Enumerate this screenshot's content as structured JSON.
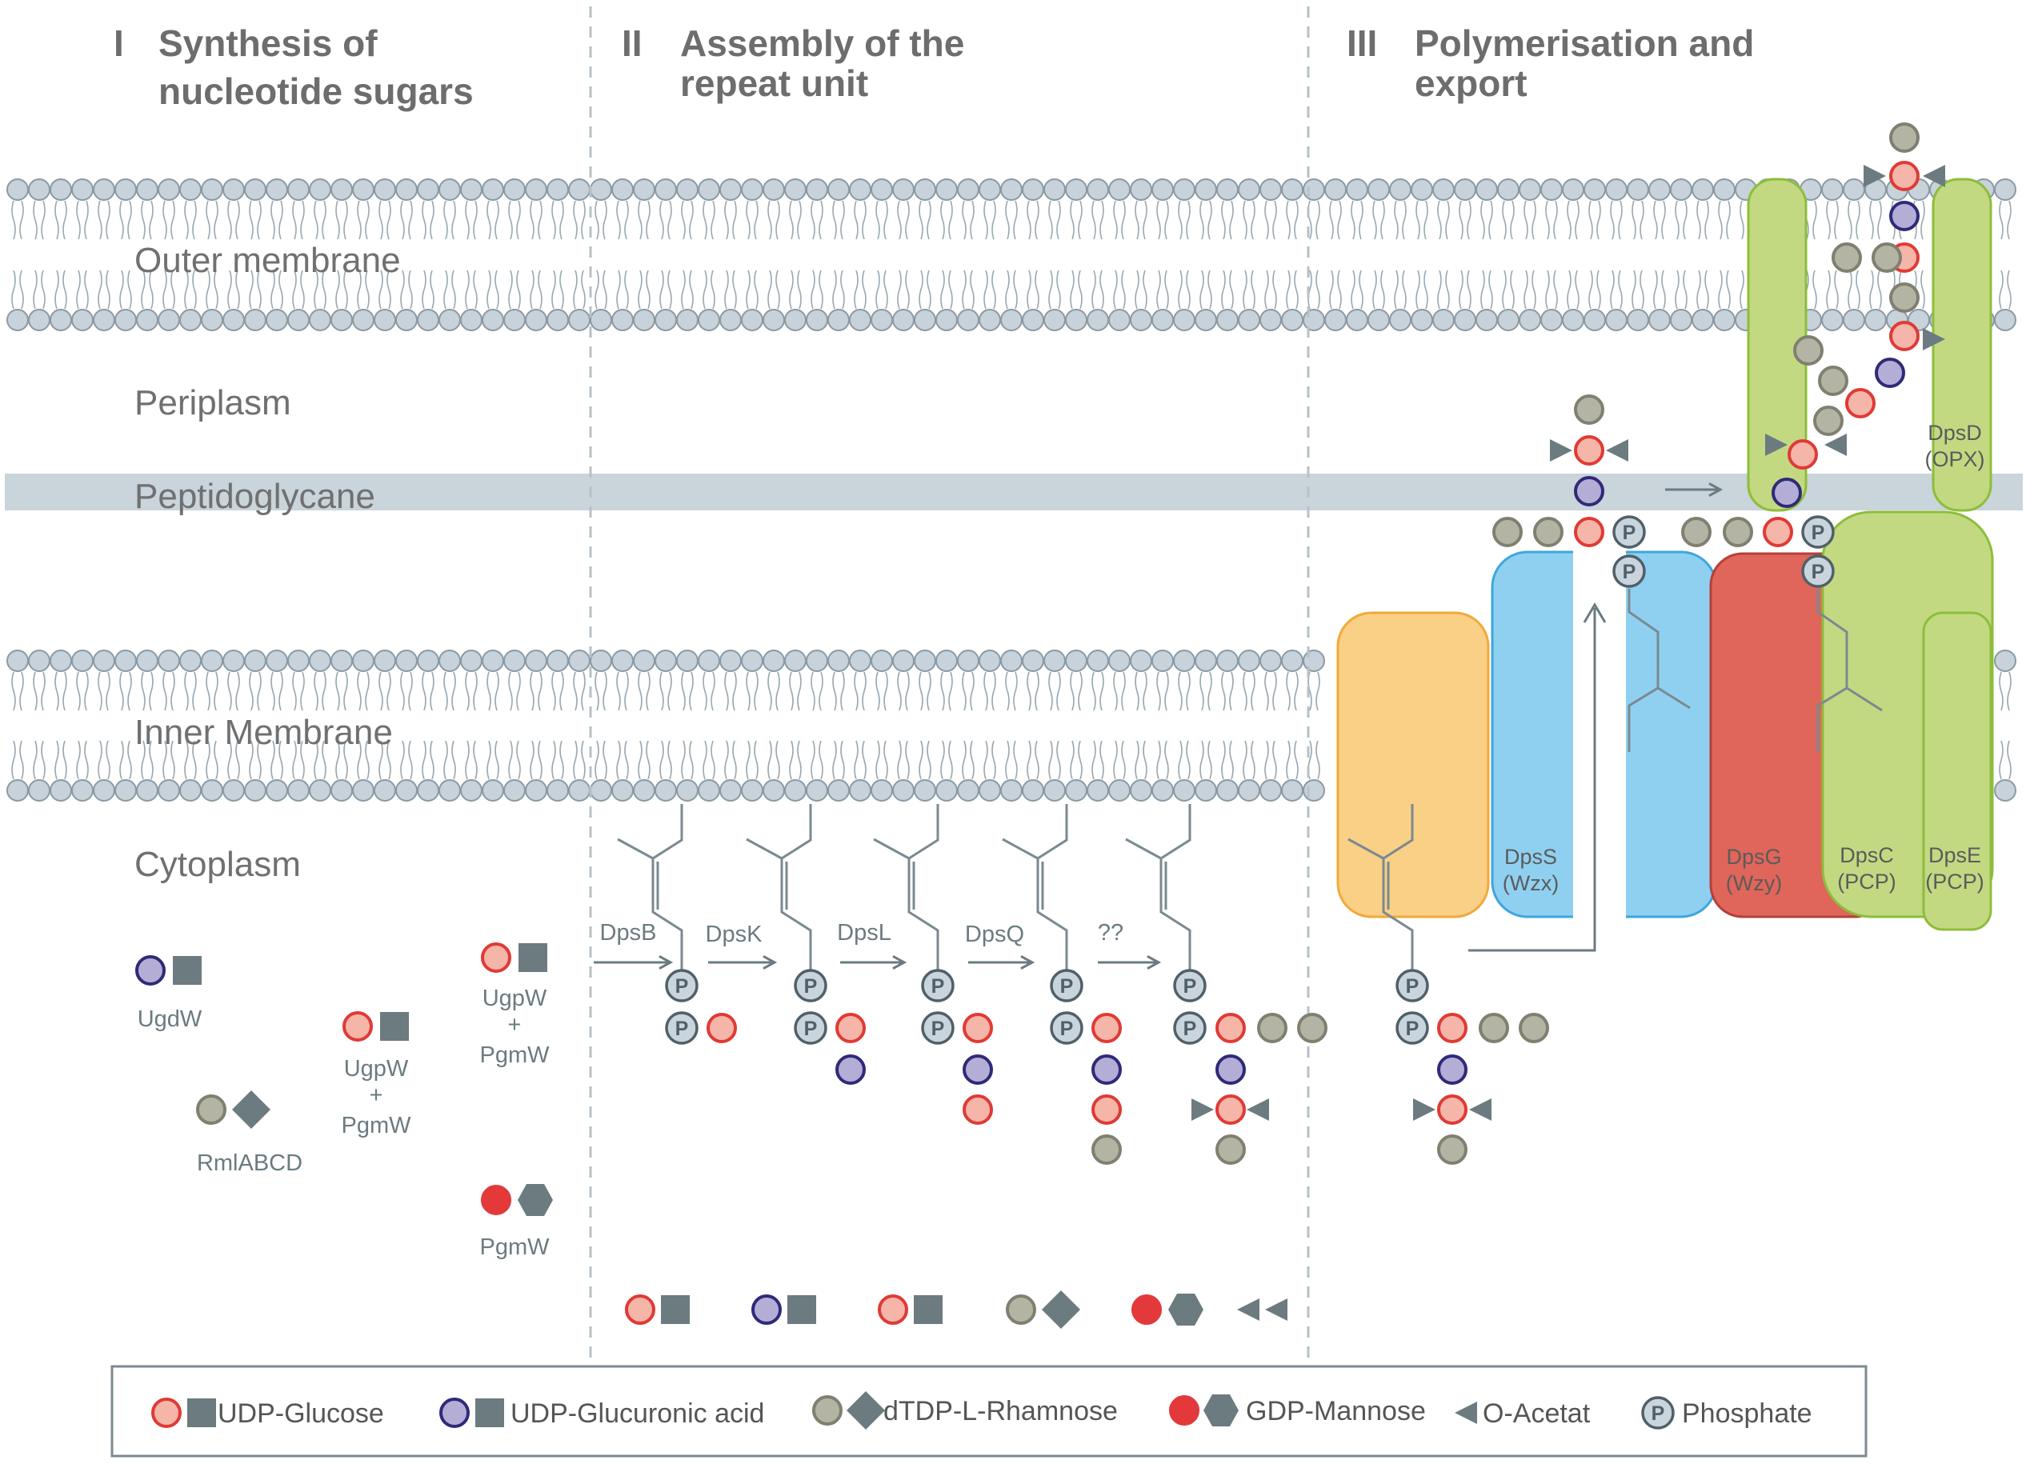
{
  "stages": [
    {
      "numeral": "I",
      "title_lines": [
        "Synthesis of",
        "nucleotide sugars"
      ]
    },
    {
      "numeral": "II",
      "title_lines": [
        "Assembly of the",
        "repeat unit"
      ]
    },
    {
      "numeral": "III",
      "title_lines": [
        "Polymerisation and",
        "export"
      ]
    }
  ],
  "regions": {
    "outer_membrane": "Outer membrane",
    "periplasm": "Periplasm",
    "peptidoglycane": "Peptidoglycane",
    "inner_membrane": "Inner Membrane",
    "cytoplasm": "Cytoplasm"
  },
  "synthesis_enzymes": {
    "ugdw": "UgdW",
    "ugpw_pgmw_left": [
      "UgpW",
      "+",
      "PgmW"
    ],
    "ugpw_pgmw_right": [
      "UgpW",
      "+",
      "PgmW"
    ],
    "rmlabcd": "RmlABCD",
    "pgmw": "PgmW"
  },
  "assembly_steps": [
    "DpsB",
    "DpsK",
    "DpsL",
    "DpsQ",
    "??"
  ],
  "proteins": {
    "dpss": [
      "DpsS",
      "(Wzx)"
    ],
    "dpsg": [
      "DpsG",
      "(Wzy)"
    ],
    "dpsc": [
      "DpsC",
      "(PCP)"
    ],
    "dpse": [
      "DpsE",
      "(PCP)"
    ],
    "dpsd": [
      "DpsD",
      "(OPX)"
    ]
  },
  "phosphate_symbol": "P",
  "legend": [
    {
      "key": "udp-glucose",
      "label": "UDP-Glucose"
    },
    {
      "key": "udp-glucuronic-acid",
      "label": "UDP-Glucuronic acid"
    },
    {
      "key": "dtdp-l-rhamnose",
      "label": "dTDP-L-Rhamnose"
    },
    {
      "key": "gdp-mannose",
      "label": "GDP-Mannose"
    },
    {
      "key": "o-acetat",
      "label": "O-Acetat"
    },
    {
      "key": "phosphate",
      "label": "Phosphate"
    }
  ],
  "colors": {
    "glucose_fill": "#f5b5a9",
    "glucose_stroke": "#e03a35",
    "glucuronic_fill": "#b4aed6",
    "glucuronic_stroke": "#2f2a78",
    "rhamnose_fill": "#b3b4a3",
    "rhamnose_stroke": "#7f8070",
    "mannose_fill": "#e3393a",
    "nucleotide_dark": "#6c7b80",
    "phosphate_fill": "#c9d4dc",
    "phosphate_stroke": "#4f6068",
    "lipid_head": "#c8d2da",
    "lipid_stroke": "#8a9aa4",
    "peptidoglycane": "#c9d4db",
    "dpss": "#8fd0f1",
    "dpss_stroke": "#3ea6dc",
    "flippase_orange": "#f9d086",
    "flippase_orange_stroke": "#f0aa3a",
    "dpsg": "#e0655a",
    "dpsg_stroke": "#b4413a",
    "pcp_green": "#c2d982",
    "pcp_green_stroke": "#8dbd3a"
  }
}
